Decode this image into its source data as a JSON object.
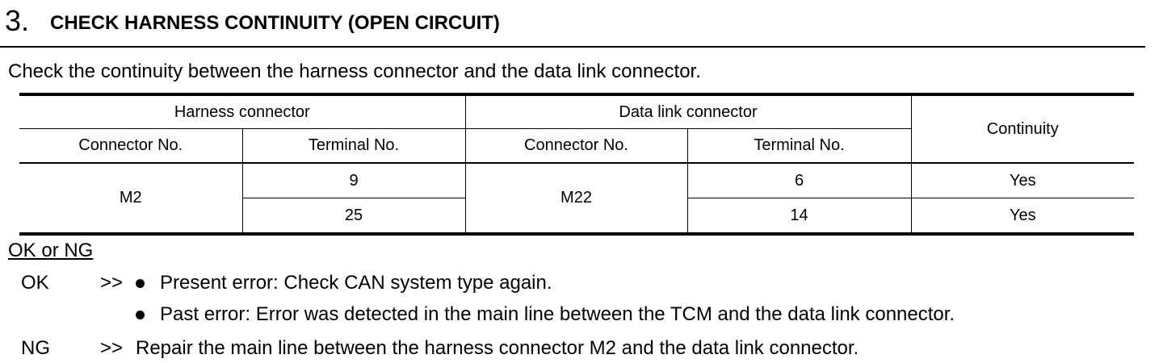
{
  "step": {
    "number": "3.",
    "title": "CHECK HARNESS CONTINUITY (OPEN CIRCUIT)"
  },
  "intro": "Check the continuity between the harness connector and the data link connector.",
  "table": {
    "group_headers": {
      "harness": "Harness connector",
      "data_link": "Data link connector",
      "continuity": "Continuity"
    },
    "sub_headers": {
      "harness_connector": "Connector No.",
      "harness_terminal": "Terminal No.",
      "dlc_connector": "Connector No.",
      "dlc_terminal": "Terminal No."
    },
    "harness_connector": "M2",
    "dlc_connector": "M22",
    "rows": [
      {
        "harness_terminal": "9",
        "dlc_terminal": "6",
        "continuity": "Yes"
      },
      {
        "harness_terminal": "25",
        "dlc_terminal": "14",
        "continuity": "Yes"
      }
    ]
  },
  "results": {
    "heading": "OK or NG",
    "ok": {
      "code": "OK",
      "arrow": ">>",
      "bullets": [
        "Present error: Check CAN system type again.",
        "Past error: Error was detected in the main line between the TCM and the data link connector."
      ]
    },
    "ng": {
      "code": "NG",
      "arrow": ">>",
      "text": "Repair the main line between the harness connector M2 and the data link connector."
    }
  }
}
